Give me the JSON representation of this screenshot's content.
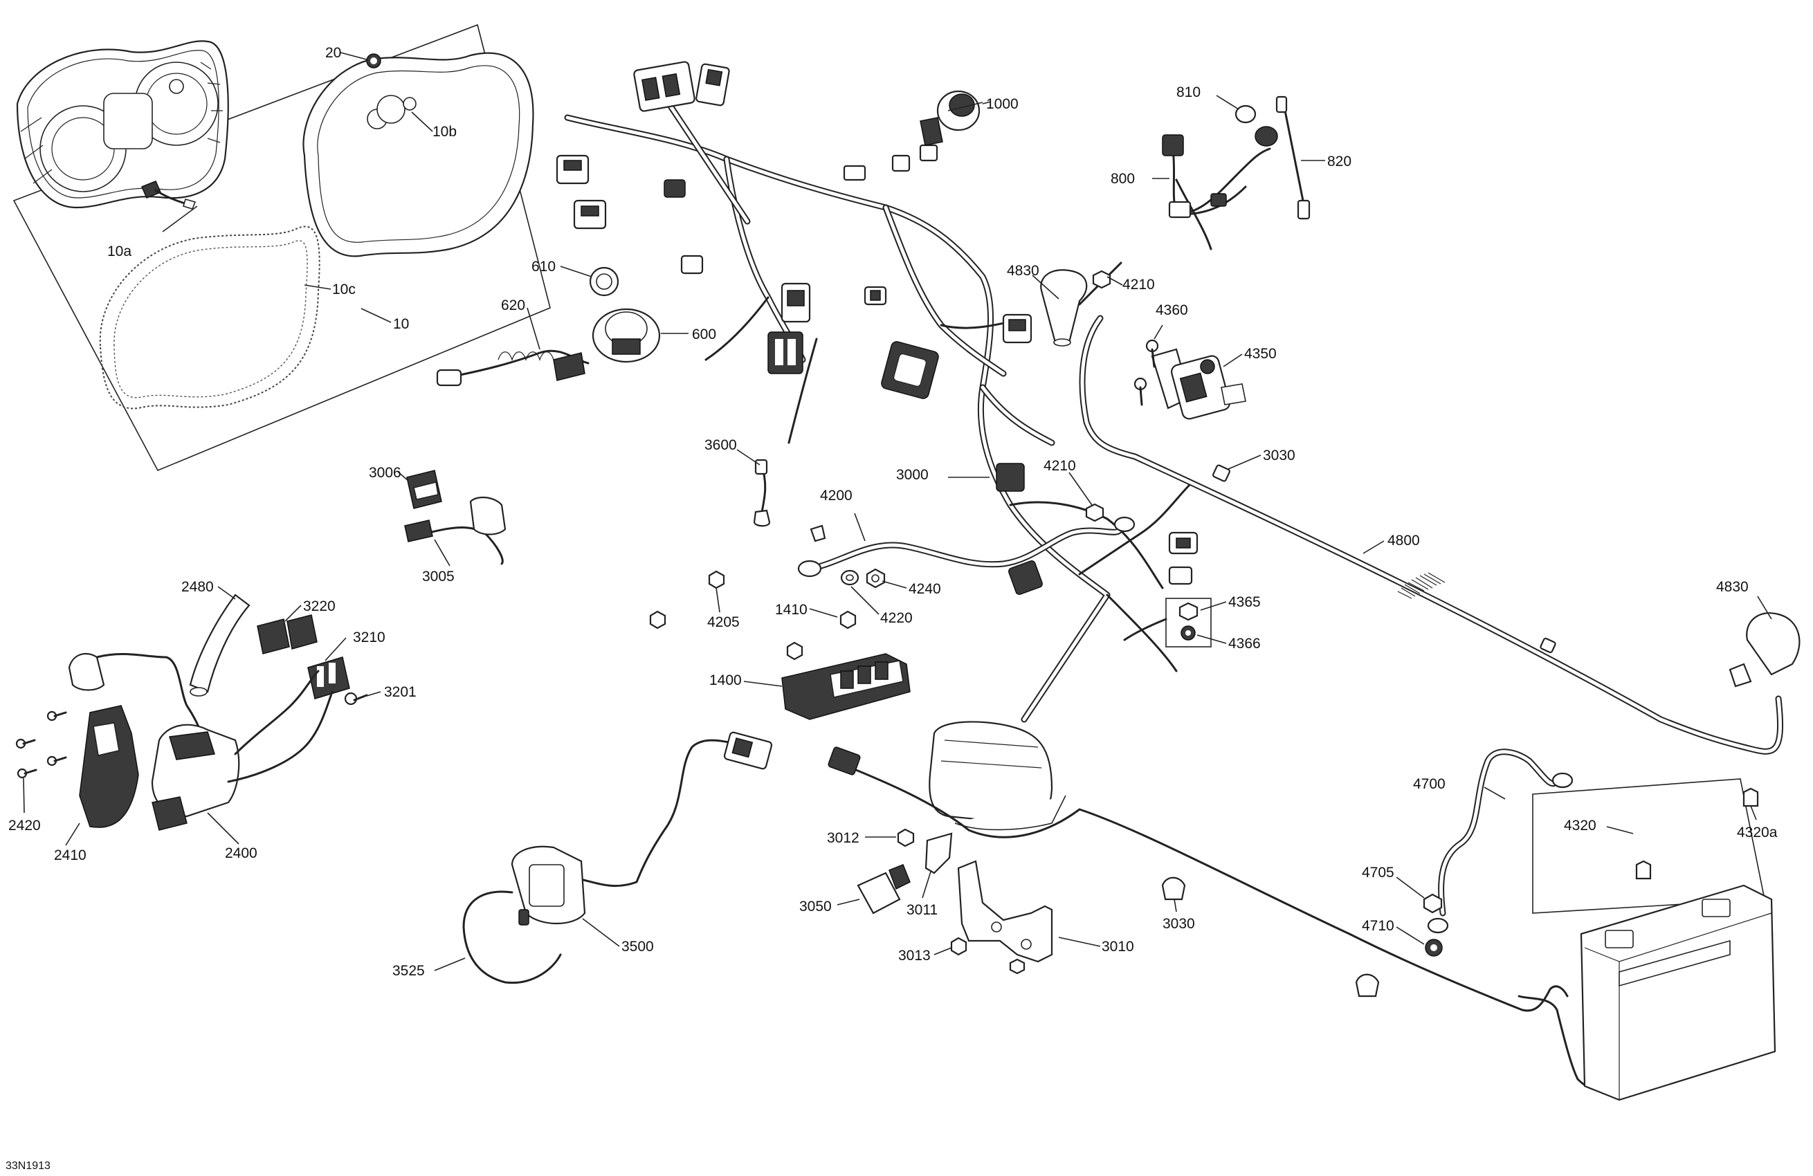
{
  "reference_code": "33N1913",
  "callouts": [
    {
      "id": "c20",
      "label": "20"
    },
    {
      "id": "c10b",
      "label": "10b"
    },
    {
      "id": "c10a",
      "label": "10a"
    },
    {
      "id": "c10c",
      "label": "10c"
    },
    {
      "id": "c10",
      "label": "10"
    },
    {
      "id": "c1000",
      "label": "1000"
    },
    {
      "id": "c810",
      "label": "810"
    },
    {
      "id": "c820",
      "label": "820"
    },
    {
      "id": "c800",
      "label": "800"
    },
    {
      "id": "c610",
      "label": "610"
    },
    {
      "id": "c620",
      "label": "620"
    },
    {
      "id": "c600",
      "label": "600"
    },
    {
      "id": "c4830a",
      "label": "4830"
    },
    {
      "id": "c4210a",
      "label": "4210"
    },
    {
      "id": "c4360",
      "label": "4360"
    },
    {
      "id": "c4350",
      "label": "4350"
    },
    {
      "id": "c3030a",
      "label": "3030"
    },
    {
      "id": "c3600",
      "label": "3600"
    },
    {
      "id": "c3000",
      "label": "3000"
    },
    {
      "id": "c4210b",
      "label": "4210"
    },
    {
      "id": "c3006",
      "label": "3006"
    },
    {
      "id": "c4200",
      "label": "4200"
    },
    {
      "id": "c3005",
      "label": "3005"
    },
    {
      "id": "c4800",
      "label": "4800"
    },
    {
      "id": "c4240",
      "label": "4240"
    },
    {
      "id": "c2480",
      "label": "2480"
    },
    {
      "id": "c3220",
      "label": "3220"
    },
    {
      "id": "c4365",
      "label": "4365"
    },
    {
      "id": "c4830b",
      "label": "4830"
    },
    {
      "id": "c1410",
      "label": "1410"
    },
    {
      "id": "c4220",
      "label": "4220"
    },
    {
      "id": "c4205",
      "label": "4205"
    },
    {
      "id": "c3210",
      "label": "3210"
    },
    {
      "id": "c4366",
      "label": "4366"
    },
    {
      "id": "c1400",
      "label": "1400"
    },
    {
      "id": "c3201",
      "label": "3201"
    },
    {
      "id": "c4700",
      "label": "4700"
    },
    {
      "id": "c2420",
      "label": "2420"
    },
    {
      "id": "c4320",
      "label": "4320"
    },
    {
      "id": "c4320a",
      "label": "4320a"
    },
    {
      "id": "c2410",
      "label": "2410"
    },
    {
      "id": "c2400",
      "label": "2400"
    },
    {
      "id": "c3012",
      "label": "3012"
    },
    {
      "id": "c4705",
      "label": "4705"
    },
    {
      "id": "c3050",
      "label": "3050"
    },
    {
      "id": "c3011",
      "label": "3011"
    },
    {
      "id": "c3030b",
      "label": "3030"
    },
    {
      "id": "c4710",
      "label": "4710"
    },
    {
      "id": "c3500",
      "label": "3500"
    },
    {
      "id": "c3013",
      "label": "3013"
    },
    {
      "id": "c3010",
      "label": "3010"
    },
    {
      "id": "c3525",
      "label": "3525"
    }
  ]
}
